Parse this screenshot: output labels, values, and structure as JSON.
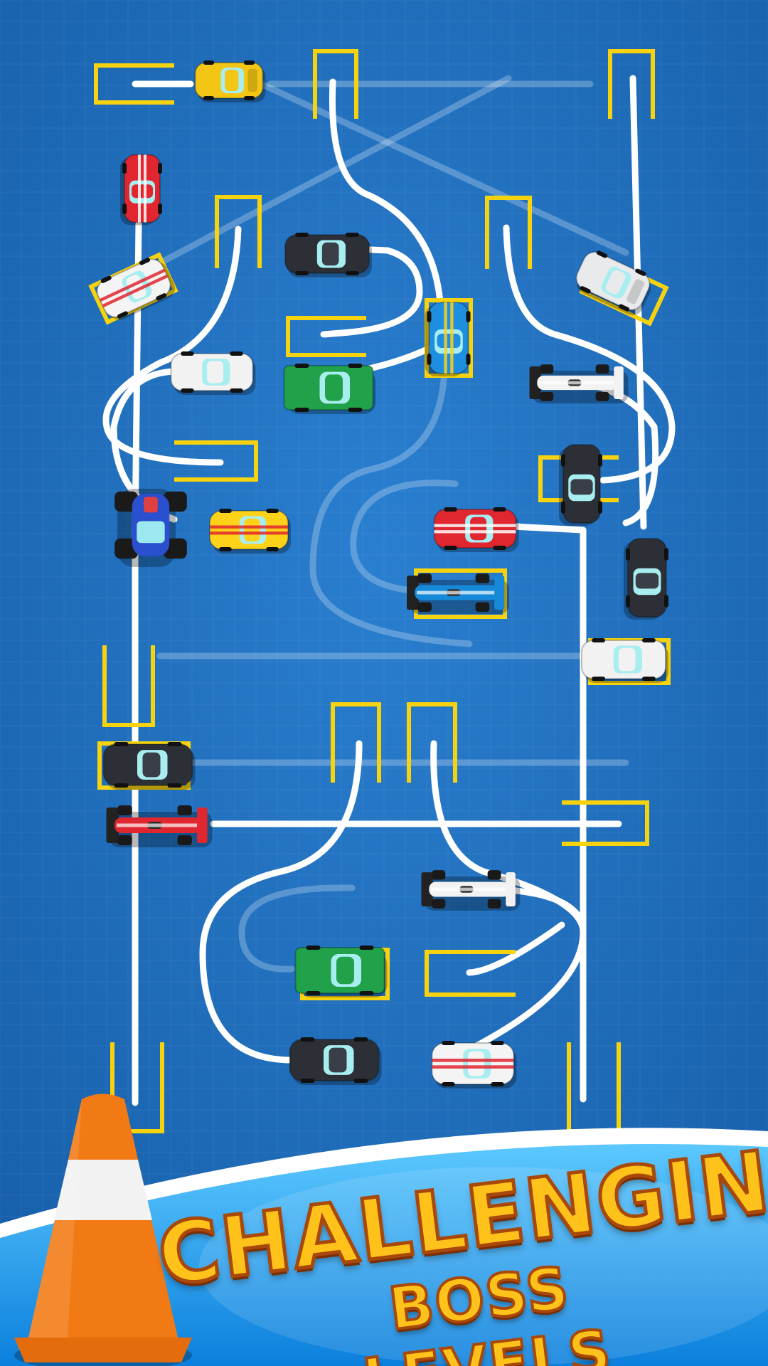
{
  "banner": {
    "headline": "CHALLENGING",
    "subline": "BOSS LEVELS"
  },
  "colors": {
    "board": "#1f6dbe",
    "slot_line": "#f7d20e",
    "path": "#ffffff",
    "banner_sky": "#1aa3f0",
    "headline_fill": "#ffc21a",
    "headline_outline": "#a8480a",
    "cone_orange": "#f27a14",
    "cone_white": "#f2f2f2"
  },
  "icons": [
    "traffic-cone-icon"
  ],
  "cars": [
    {
      "id": "taxi-top",
      "type": "suv",
      "color": "#f3c514"
    },
    {
      "id": "muscle-red-left",
      "type": "muscle",
      "color": "#e0262f"
    },
    {
      "id": "rally-white-left",
      "type": "rally",
      "color": "#f4f4f4"
    },
    {
      "id": "sedan-black-1",
      "type": "sedan",
      "color": "#2c2f36"
    },
    {
      "id": "rally-blue",
      "type": "rally",
      "color": "#1e8fe0"
    },
    {
      "id": "delorean",
      "type": "coupe",
      "color": "#e9eaec"
    },
    {
      "id": "sedan-white-1",
      "type": "sedan",
      "color": "#f2f2f2"
    },
    {
      "id": "jeep-green-1",
      "type": "jeep",
      "color": "#21a24a"
    },
    {
      "id": "f1-white-1",
      "type": "f1",
      "color": "#f2f2f2"
    },
    {
      "id": "sedan-black-2",
      "type": "sedan",
      "color": "#2c2f36"
    },
    {
      "id": "monster-truck",
      "type": "monster",
      "color": "#2a4fcf"
    },
    {
      "id": "sports-yellow",
      "type": "sports",
      "color": "#ffd21a"
    },
    {
      "id": "muscle-red-2",
      "type": "muscle",
      "color": "#e0262f"
    },
    {
      "id": "f1-blue",
      "type": "f1",
      "color": "#1689d8"
    },
    {
      "id": "sedan-black-3",
      "type": "sedan",
      "color": "#2c2f36"
    },
    {
      "id": "sedan-white-2",
      "type": "sedan",
      "color": "#f2f2f2"
    },
    {
      "id": "sedan-black-4",
      "type": "sedan",
      "color": "#2c2f36"
    },
    {
      "id": "f1-red",
      "type": "f1",
      "color": "#e0262f"
    },
    {
      "id": "f1-white-2",
      "type": "f1",
      "color": "#f2f2f2"
    },
    {
      "id": "jeep-green-2",
      "type": "jeep",
      "color": "#21a24a"
    },
    {
      "id": "sedan-black-5",
      "type": "sedan",
      "color": "#2c2f36"
    },
    {
      "id": "sports-white",
      "type": "sports",
      "color": "#f4f4f4"
    }
  ]
}
